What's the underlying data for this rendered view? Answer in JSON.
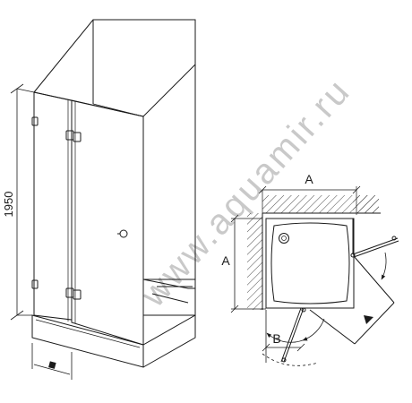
{
  "diagram": {
    "height_dimension": "1950",
    "plan_width_label": "A",
    "plan_depth_label": "A",
    "door_offset_label": "B",
    "watermark": "www.aquamir.ru"
  }
}
